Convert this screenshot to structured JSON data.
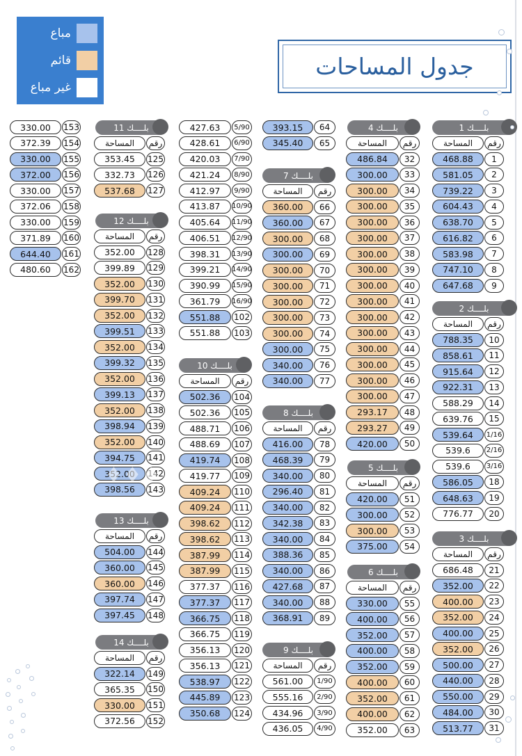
{
  "title": "جدول المساحات",
  "legend": [
    {
      "label": "مباع",
      "color": "#a7c2ec"
    },
    {
      "label": "قائم",
      "color": "#f2cfa5"
    },
    {
      "label": "غير مباع",
      "color": "#ffffff"
    }
  ],
  "colors": {
    "sold": "#a7c2ec",
    "built": "#f2cfa5",
    "unsold": "#ffffff",
    "header": "#7b7c80",
    "legend_bg": "#3a7fcf"
  },
  "labels": {
    "number": "رقم",
    "area": "المساحة"
  },
  "blocks": [
    {
      "name": "بلــــك 1",
      "rows": [
        [
          "1",
          "468.88",
          "s"
        ],
        [
          "2",
          "581.05",
          "s"
        ],
        [
          "3",
          "739.22",
          "s"
        ],
        [
          "4",
          "604.43",
          "s"
        ],
        [
          "5",
          "638.70",
          "s"
        ],
        [
          "6",
          "616.82",
          "s"
        ],
        [
          "7",
          "583.98",
          "s"
        ],
        [
          "8",
          "747.10",
          "s"
        ],
        [
          "9",
          "647.68",
          "s"
        ]
      ]
    },
    {
      "name": "بلــــك 2",
      "rows": [
        [
          "10",
          "788.35",
          "s"
        ],
        [
          "11",
          "858.61",
          "s"
        ],
        [
          "12",
          "915.64",
          "s"
        ],
        [
          "13",
          "922.31",
          "s"
        ],
        [
          "14",
          "588.29",
          "u"
        ],
        [
          "15",
          "639.76",
          "u"
        ],
        [
          "1/16",
          "539.64",
          "s"
        ],
        [
          "2/16",
          "539.6",
          "u"
        ],
        [
          "3/16",
          "539.6",
          "u"
        ],
        [
          "18",
          "586.05",
          "s"
        ],
        [
          "19",
          "648.63",
          "s"
        ],
        [
          "20",
          "776.77",
          "u"
        ]
      ]
    },
    {
      "name": "بلــــك 3",
      "rows": [
        [
          "21",
          "686.48",
          "u"
        ],
        [
          "22",
          "352.00",
          "s"
        ],
        [
          "23",
          "400.00",
          "b"
        ],
        [
          "24",
          "352.00",
          "b"
        ],
        [
          "25",
          "400.00",
          "s"
        ],
        [
          "26",
          "352.00",
          "b"
        ],
        [
          "27",
          "500.00",
          "s"
        ],
        [
          "28",
          "440.00",
          "s"
        ],
        [
          "29",
          "550.00",
          "s"
        ],
        [
          "30",
          "484.00",
          "s"
        ],
        [
          "31",
          "513.77",
          "s"
        ]
      ]
    },
    {
      "name": "بلــــك 4",
      "rows": [
        [
          "32",
          "486.84",
          "s"
        ],
        [
          "33",
          "300.00",
          "s"
        ],
        [
          "34",
          "300.00",
          "b"
        ],
        [
          "35",
          "300.00",
          "b"
        ],
        [
          "36",
          "300.00",
          "b"
        ],
        [
          "37",
          "300.00",
          "b"
        ],
        [
          "38",
          "300.00",
          "b"
        ],
        [
          "39",
          "300.00",
          "b"
        ],
        [
          "40",
          "300.00",
          "b"
        ],
        [
          "41",
          "300.00",
          "b"
        ],
        [
          "42",
          "300.00",
          "b"
        ],
        [
          "43",
          "300.00",
          "b"
        ],
        [
          "44",
          "300.00",
          "b"
        ],
        [
          "45",
          "300.00",
          "b"
        ],
        [
          "46",
          "300.00",
          "b"
        ],
        [
          "47",
          "300.00",
          "b"
        ],
        [
          "48",
          "293.17",
          "b"
        ],
        [
          "49",
          "293.27",
          "b"
        ],
        [
          "50",
          "420.00",
          "s"
        ]
      ]
    },
    {
      "name": "بلــــك 5",
      "rows": [
        [
          "51",
          "420.00",
          "s"
        ],
        [
          "52",
          "300.00",
          "s"
        ],
        [
          "53",
          "300.00",
          "b"
        ],
        [
          "54",
          "375.00",
          "s"
        ]
      ]
    },
    {
      "name": "بلــــك 6",
      "rows": [
        [
          "55",
          "330.00",
          "s"
        ],
        [
          "56",
          "400.00",
          "s"
        ],
        [
          "57",
          "352.00",
          "s"
        ],
        [
          "58",
          "400.00",
          "s"
        ],
        [
          "59",
          "352.00",
          "s"
        ],
        [
          "60",
          "400.00",
          "b"
        ],
        [
          "61",
          "352.00",
          "b"
        ],
        [
          "62",
          "400.00",
          "b"
        ],
        [
          "63",
          "352.00",
          "u"
        ]
      ]
    },
    {
      "name": "",
      "rows": [
        [
          "64",
          "393.15",
          "s"
        ],
        [
          "65",
          "345.40",
          "s"
        ]
      ]
    },
    {
      "name": "بلــــك 7",
      "rows": [
        [
          "66",
          "360.00",
          "b"
        ],
        [
          "67",
          "360.00",
          "s"
        ],
        [
          "68",
          "300.00",
          "b"
        ],
        [
          "69",
          "300.00",
          "s"
        ],
        [
          "70",
          "300.00",
          "b"
        ],
        [
          "71",
          "300.00",
          "b"
        ],
        [
          "72",
          "300.00",
          "b"
        ],
        [
          "73",
          "300.00",
          "b"
        ],
        [
          "74",
          "300.00",
          "b"
        ],
        [
          "75",
          "300.00",
          "s"
        ],
        [
          "76",
          "340.00",
          "s"
        ],
        [
          "77",
          "340.00",
          "s"
        ]
      ]
    },
    {
      "name": "بلــــك 8",
      "rows": [
        [
          "78",
          "416.00",
          "s"
        ],
        [
          "79",
          "468.39",
          "s"
        ],
        [
          "80",
          "340.00",
          "s"
        ],
        [
          "81",
          "296.40",
          "s"
        ],
        [
          "82",
          "340.00",
          "s"
        ],
        [
          "83",
          "342.38",
          "s"
        ],
        [
          "84",
          "340.00",
          "s"
        ],
        [
          "85",
          "388.36",
          "s"
        ],
        [
          "86",
          "340.00",
          "s"
        ],
        [
          "87",
          "427.68",
          "s"
        ],
        [
          "88",
          "340.00",
          "s"
        ],
        [
          "89",
          "368.91",
          "s"
        ]
      ]
    },
    {
      "name": "بلــــك 9",
      "rows": [
        [
          "1/90",
          "561.00",
          "u"
        ],
        [
          "2/90",
          "555.16",
          "u"
        ],
        [
          "3/90",
          "434.96",
          "u"
        ],
        [
          "4/90",
          "436.05",
          "u"
        ]
      ]
    },
    {
      "name": "",
      "rows": [
        [
          "5/90",
          "427.63",
          "u"
        ],
        [
          "6/90",
          "428.61",
          "u"
        ],
        [
          "7/90",
          "420.03",
          "u"
        ],
        [
          "8/90",
          "421.24",
          "u"
        ],
        [
          "9/90",
          "412.97",
          "u"
        ],
        [
          "10/90",
          "413.87",
          "u"
        ],
        [
          "11/90",
          "405.64",
          "u"
        ],
        [
          "12/90",
          "406.51",
          "u"
        ],
        [
          "13/90",
          "398.31",
          "u"
        ],
        [
          "14/90",
          "399.21",
          "u"
        ],
        [
          "15/90",
          "390.99",
          "u"
        ],
        [
          "16/90",
          "361.79",
          "u"
        ],
        [
          "102",
          "551.88",
          "s"
        ],
        [
          "103",
          "551.88",
          "u"
        ]
      ]
    },
    {
      "name": "بلــــك 10",
      "rows": [
        [
          "104",
          "502.36",
          "s"
        ],
        [
          "105",
          "502.36",
          "u"
        ],
        [
          "106",
          "488.71",
          "u"
        ],
        [
          "107",
          "488.69",
          "u"
        ],
        [
          "108",
          "419.74",
          "s"
        ],
        [
          "109",
          "419.77",
          "u"
        ],
        [
          "110",
          "409.24",
          "b"
        ],
        [
          "111",
          "409.24",
          "b"
        ],
        [
          "112",
          "398.62",
          "b"
        ],
        [
          "113",
          "398.62",
          "b"
        ],
        [
          "114",
          "387.99",
          "b"
        ],
        [
          "115",
          "387.99",
          "b"
        ],
        [
          "116",
          "377.37",
          "u"
        ],
        [
          "117",
          "377.37",
          "s"
        ],
        [
          "118",
          "366.75",
          "s"
        ],
        [
          "119",
          "366.75",
          "u"
        ],
        [
          "120",
          "356.13",
          "u"
        ],
        [
          "121",
          "356.13",
          "u"
        ],
        [
          "122",
          "538.97",
          "s"
        ],
        [
          "123",
          "445.89",
          "s"
        ],
        [
          "124",
          "350.68",
          "s"
        ]
      ]
    },
    {
      "name": "بلــــك 11",
      "rows": [
        [
          "125",
          "353.45",
          "u"
        ],
        [
          "126",
          "332.73",
          "u"
        ],
        [
          "127",
          "537.68",
          "b"
        ]
      ]
    },
    {
      "name": "بلــــك 12",
      "rows": [
        [
          "128",
          "352.00",
          "u"
        ],
        [
          "129",
          "399.89",
          "u"
        ],
        [
          "130",
          "352.00",
          "b"
        ],
        [
          "131",
          "399.70",
          "b"
        ],
        [
          "132",
          "352.00",
          "b"
        ],
        [
          "133",
          "399.51",
          "s"
        ],
        [
          "134",
          "352.00",
          "b"
        ],
        [
          "135",
          "399.32",
          "s"
        ],
        [
          "136",
          "352.00",
          "b"
        ],
        [
          "137",
          "399.13",
          "s"
        ],
        [
          "138",
          "352.00",
          "b"
        ],
        [
          "139",
          "398.94",
          "s"
        ],
        [
          "140",
          "352.00",
          "b"
        ],
        [
          "141",
          "394.75",
          "s"
        ],
        [
          "142",
          "352.00",
          "s"
        ],
        [
          "143",
          "398.56",
          "s"
        ]
      ]
    },
    {
      "name": "بلــــك 13",
      "rows": [
        [
          "144",
          "504.00",
          "s"
        ],
        [
          "145",
          "360.00",
          "s"
        ],
        [
          "146",
          "360.00",
          "b"
        ],
        [
          "147",
          "397.74",
          "s"
        ],
        [
          "148",
          "397.45",
          "s"
        ]
      ]
    },
    {
      "name": "بلــــك 14",
      "rows": [
        [
          "149",
          "322.14",
          "s"
        ],
        [
          "150",
          "365.35",
          "u"
        ],
        [
          "151",
          "330.00",
          "b"
        ],
        [
          "152",
          "372.56",
          "u"
        ]
      ]
    },
    {
      "name": "",
      "rows": [
        [
          "153",
          "330.00",
          "u"
        ],
        [
          "154",
          "372.39",
          "u"
        ],
        [
          "155",
          "330.00",
          "s"
        ],
        [
          "156",
          "372.00",
          "s"
        ],
        [
          "157",
          "330.00",
          "u"
        ],
        [
          "158",
          "372.06",
          "u"
        ],
        [
          "159",
          "330.00",
          "u"
        ],
        [
          "160",
          "371.89",
          "u"
        ],
        [
          "161",
          "644.40",
          "s"
        ],
        [
          "162",
          "480.60",
          "u"
        ]
      ]
    }
  ]
}
